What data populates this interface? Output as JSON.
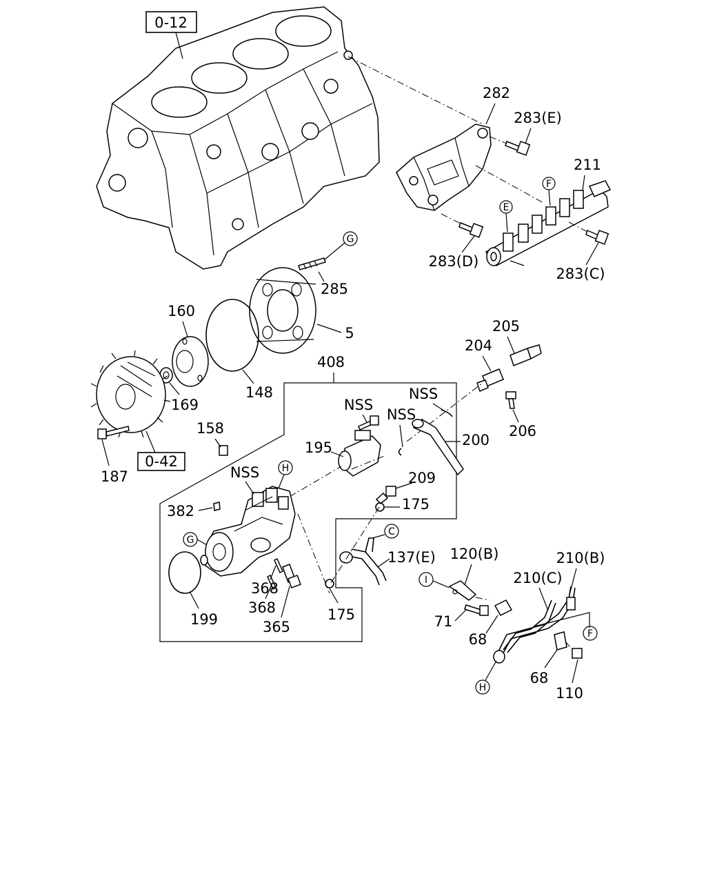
{
  "refs": {
    "block": "0-12",
    "gear_ref": "0-42"
  },
  "labels": {
    "p282": "282",
    "p283e": "283(E)",
    "p211": "211",
    "p283d": "283(D)",
    "p283c": "283(C)",
    "p285": "285",
    "p5": "5",
    "p160": "160",
    "p148": "148",
    "p169": "169",
    "p408": "408",
    "p205": "205",
    "p204": "204",
    "nss_top": "NSS",
    "nss_mid": "NSS",
    "nss_right": "NSS",
    "nss_pump": "NSS",
    "p206": "206",
    "p158": "158",
    "p195": "195",
    "p200": "200",
    "p187": "187",
    "p209": "209",
    "p175a": "175",
    "p382": "382",
    "p137e": "137(E)",
    "p120b": "120(B)",
    "p210b": "210(B)",
    "p210c": "210(C)",
    "p368a": "368",
    "p368b": "368",
    "p365": "365",
    "p199": "199",
    "p175b": "175",
    "p71": "71",
    "p68a": "68",
    "p68b": "68",
    "p110": "110"
  },
  "circles": {
    "G1": "G",
    "G2": "G",
    "H1": "H",
    "H2": "H",
    "E": "E",
    "F1": "F",
    "F2": "F",
    "C": "C",
    "I": "I"
  }
}
